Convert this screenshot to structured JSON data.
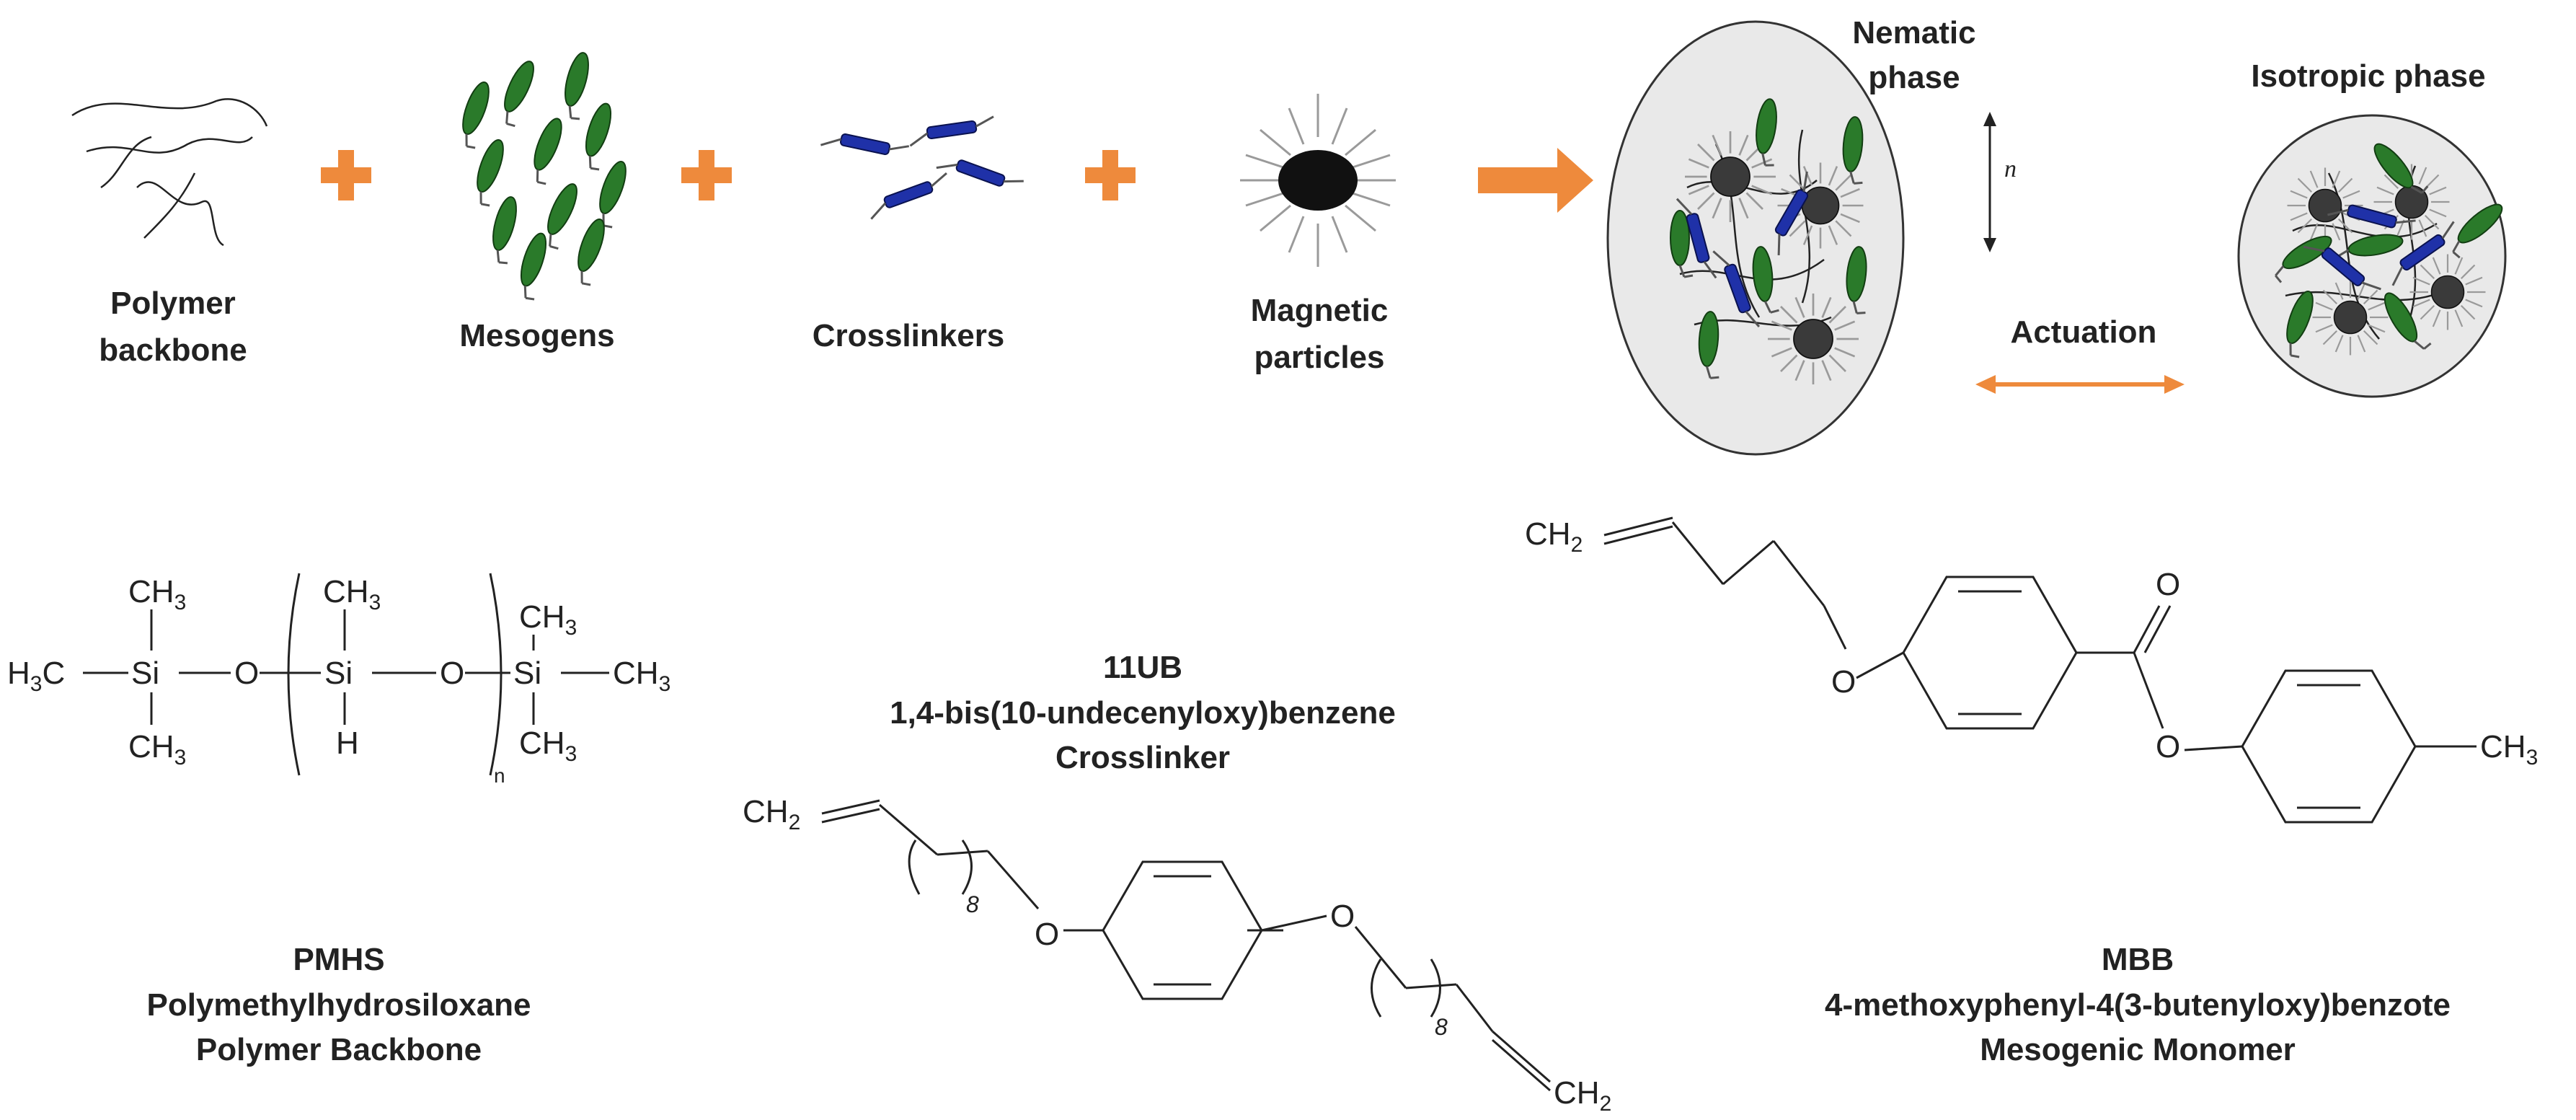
{
  "components": {
    "backbone": [
      "Polymer",
      "backbone"
    ],
    "mesogens": "Mesogens",
    "crosslinkers": "Crosslinkers",
    "particles": [
      "Magnetic",
      "particles"
    ]
  },
  "phases": {
    "nematic": [
      "Nematic",
      "phase"
    ],
    "director": "n",
    "isotropic": "Isotropic phase",
    "actuation": "Actuation"
  },
  "pmhs": {
    "atoms": {
      "h3c": "H3C",
      "ch3": "CH3",
      "si": "Si",
      "o": "O",
      "h": "H",
      "n": "n"
    },
    "labels": [
      "PMHS",
      "Polymethylhydrosiloxane",
      "Polymer Backbone"
    ]
  },
  "crosslinker": {
    "labels": [
      "11UB",
      "1,4-bis(10-undecenyloxy)benzene",
      "Crosslinker"
    ],
    "atoms": {
      "ch2": "CH2",
      "o": "O",
      "repeat": "8"
    }
  },
  "mbb": {
    "labels": [
      "MBB",
      "4-methoxyphenyl-4(3-butenyloxy)benzote",
      "Mesogenic Monomer"
    ],
    "atoms": {
      "ch2": "CH2",
      "o": "O",
      "ch3": "CH3"
    }
  },
  "colors": {
    "plus": "#ee8a3c",
    "mesogen": "#2a7a2a",
    "crosslinker": "#1f31a8",
    "particle": "#111111",
    "ellipse_fill": "#e9e9e9"
  }
}
